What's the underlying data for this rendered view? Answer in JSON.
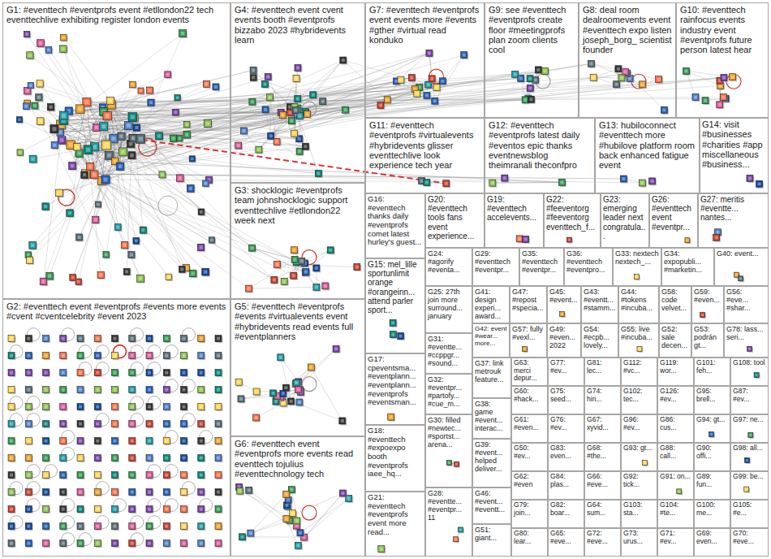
{
  "diagram": {
    "nodes": [
      {
        "text": [
          "G1: #eventtech #eventprofs event #etllondon22 tech eventtechlive exhibiting register london events"
        ]
      },
      {
        "text": [
          "G4: #eventtech event cvent events booth #eventprofs bizzabo 2023 #hybridevents learn"
        ]
      },
      {
        "text": [
          "G7: #eventtech #eventprofs event events more #events #gther #virtual read konduko"
        ]
      },
      {
        "text": [
          "G9: see #eventtech #eventprofs create floor #meetingprofs plan zoom clients cool"
        ]
      },
      {
        "text": [
          "G8: deal room dealroomevents event #eventtech expo listen joseph_borg_ scientist founder"
        ]
      },
      {
        "text": [
          "G10: #eventtech rainfocus events industry event #eventprofs future person latest hear"
        ]
      },
      {
        "text": [
          "G11: #eventtech #eventprofs #virtualevents #hybridevents glisser eventtechlive look experience tech year"
        ]
      },
      {
        "text": [
          "G12: #eventtech #eventprofs latest daily #eventos epic thanks eventnewsblog theimranali theconfpro"
        ]
      },
      {
        "text": [
          "G13: hubiloconnect #eventtech more #hubilove platform room back enhanced fatigue event"
        ]
      },
      {
        "text": [
          "G14: visit #businesses #charities #app miscellaneous #business..."
        ]
      },
      {
        "text": [
          "G3: shocklogic #eventprofs team johnshocklogic support eventtechlive #etllondon22 week next"
        ]
      },
      {
        "text": [
          "G16: #eventtech thanks daily #eventprofs comet latest hurley's guest..."
        ]
      },
      {
        "text": [
          "G20: #eventtech tools fans event experience..."
        ]
      },
      {
        "text": [
          "G19: #eventtech accelevents..."
        ]
      },
      {
        "text": [
          "G22: #feeventorg #feeventorg eventtech_f..."
        ]
      },
      {
        "text": [
          "G23: emerging leader next congratula..."
        ]
      },
      {
        "text": [
          "G26: #eventtech event #eventpr..."
        ]
      },
      {
        "text": [
          "G27: meritis #eventte... nantes..."
        ]
      },
      {
        "text": [
          "G24: #agorify #eventa..."
        ]
      },
      {
        "text": [
          "G29: #eventtech #eventpr..."
        ]
      },
      {
        "text": [
          "G35: #eventtech #eventpr..."
        ]
      },
      {
        "text": [
          "G36: #eventtech #eventpro..."
        ]
      },
      {
        "text": [
          "G33: nextech nextech_..."
        ]
      },
      {
        "text": [
          "G34: expopubli... #marketin..."
        ]
      },
      {
        "text": [
          "G40: event..."
        ]
      },
      {
        "text": [
          "G15: mel_lille sportunlimit orange #orangeinn... attend parler sport..."
        ]
      },
      {
        "text": [
          "G25: 27th join more surround... january"
        ]
      },
      {
        "text": [
          "G41: design experi... award..."
        ]
      },
      {
        "text": [
          "G47: #repost #specia..."
        ]
      },
      {
        "text": [
          "G45: #event..."
        ]
      },
      {
        "text": [
          "G43: #eventt... #stamm..."
        ]
      },
      {
        "text": [
          "G44: #tokens #incuba..."
        ]
      },
      {
        "text": [
          "G58: code velvet..."
        ]
      },
      {
        "text": [
          "G59: #even..."
        ]
      },
      {
        "text": [
          "G56: #eve... #shar..."
        ]
      },
      {
        "text": [
          "G2: #eventtech event #eventprofs #events more events #cvent #cventcelebrity #event 2023"
        ]
      },
      {
        "text": [
          "G5: #eventtech #eventprofs #events #virtualevents event #hybridevents read events full #eventplanners"
        ]
      },
      {
        "text": [
          "G42: event #wear... more..."
        ]
      },
      {
        "text": [
          "G57: fully #vexl..."
        ]
      },
      {
        "text": [
          "G49: #even... 2022"
        ]
      },
      {
        "text": [
          "G54: #ecpb... lovely..."
        ]
      },
      {
        "text": [
          "G55: live #incuba..."
        ]
      },
      {
        "text": [
          "G52: sale decen..."
        ]
      },
      {
        "text": [
          "G53: podrán gt..."
        ]
      },
      {
        "text": [
          "G78: lass... seri..."
        ]
      },
      {
        "text": [
          "G31: #eventte... #ccppgr... #sound..."
        ]
      },
      {
        "text": [
          "G17: cpeventsma... #eventplann... #eventplann... #eventprofs #eventsman..."
        ]
      },
      {
        "text": [
          "G37: link metrouk feature..."
        ]
      },
      {
        "text": [
          "G32: #eventpr... #partofy... #cue_m..."
        ]
      },
      {
        "text": [
          "G38: game #event... interac..."
        ]
      },
      {
        "text": [
          "G30: filled #newtec... #sportst... arena..."
        ]
      },
      {
        "text": [
          "G18: #eventtech #expoexpo booth #eventprofs iaee_hq..."
        ]
      },
      {
        "text": [
          "G6: #eventtech event #eventprofs more events read eventtech tojulius #eventtechnology tech"
        ]
      },
      {
        "text": [
          "G39: #event... helped deliver..."
        ]
      },
      {
        "text": [
          "G28: #eventte... #eventpr... 11"
        ]
      },
      {
        "text": [
          "G46: #event... #eventt..."
        ]
      },
      {
        "text": [
          "G21: #eventtech #eventprofs event more read..."
        ]
      },
      {
        "text": [
          "G51: giant..."
        ]
      },
      {
        "text": [
          "G63: merci depur..."
        ]
      },
      {
        "text": [
          "G77: #ev..."
        ]
      },
      {
        "text": [
          "G81: lec..."
        ]
      },
      {
        "text": [
          "G112: #vc..."
        ]
      },
      {
        "text": [
          "G119: wor..."
        ]
      },
      {
        "text": [
          "G101: feh..."
        ]
      },
      {
        "text": [
          "G108: tool"
        ]
      },
      {
        "text": [
          "G60: #hack..."
        ]
      },
      {
        "text": [
          "G75: seed..."
        ]
      },
      {
        "text": [
          "G74: hiri..."
        ]
      },
      {
        "text": [
          "G102: tec..."
        ]
      },
      {
        "text": [
          "G126: #ev..."
        ]
      },
      {
        "text": [
          "G95: brell..."
        ]
      },
      {
        "text": [
          "G87: #ev..."
        ]
      },
      {
        "text": [
          "G61: #even..."
        ]
      },
      {
        "text": [
          "G76: #ev..."
        ]
      },
      {
        "text": [
          "G67: xyvid..."
        ]
      },
      {
        "text": [
          "G96: #ev..."
        ]
      },
      {
        "text": [
          "G86: cus..."
        ]
      },
      {
        "text": [
          "G94: gt..."
        ]
      },
      {
        "text": [
          "G97: ne..."
        ]
      },
      {
        "text": [
          "G50: #ev..."
        ]
      },
      {
        "text": [
          "G83: even..."
        ]
      },
      {
        "text": [
          "G68: #the..."
        ]
      },
      {
        "text": [
          "G93: gt..."
        ]
      },
      {
        "text": [
          "G88: call..."
        ]
      },
      {
        "text": [
          "G90: offi..."
        ]
      },
      {
        "text": [
          "G98: all..."
        ]
      },
      {
        "text": [
          "G62: #even"
        ]
      },
      {
        "text": [
          "G84: plas..."
        ]
      },
      {
        "text": [
          "G66: #eve..."
        ]
      },
      {
        "text": [
          "G92: tick..."
        ]
      },
      {
        "text": [
          "G91: on..."
        ]
      },
      {
        "text": [
          "G89: fun..."
        ]
      },
      {
        "text": [
          "G99: be..."
        ]
      },
      {
        "text": [
          "G79: join..."
        ]
      },
      {
        "text": [
          "G82: boar..."
        ]
      },
      {
        "text": [
          "G64: sum..."
        ]
      },
      {
        "text": [
          "G103: sta..."
        ]
      },
      {
        "text": [
          "G104: #te..."
        ]
      },
      {
        "text": [
          "G100: me..."
        ]
      },
      {
        "text": [
          "G105: #e..."
        ]
      },
      {
        "text": [
          "G80: lear..."
        ]
      },
      {
        "text": [
          "G65: #eve..."
        ]
      },
      {
        "text": [
          "G72: #eve..."
        ]
      },
      {
        "text": [
          "G73: urus..."
        ]
      },
      {
        "text": [
          "G71: #ev..."
        ]
      },
      {
        "text": [
          "G69: even..."
        ]
      },
      {
        "text": [
          "G70: #eve..."
        ]
      }
    ]
  }
}
